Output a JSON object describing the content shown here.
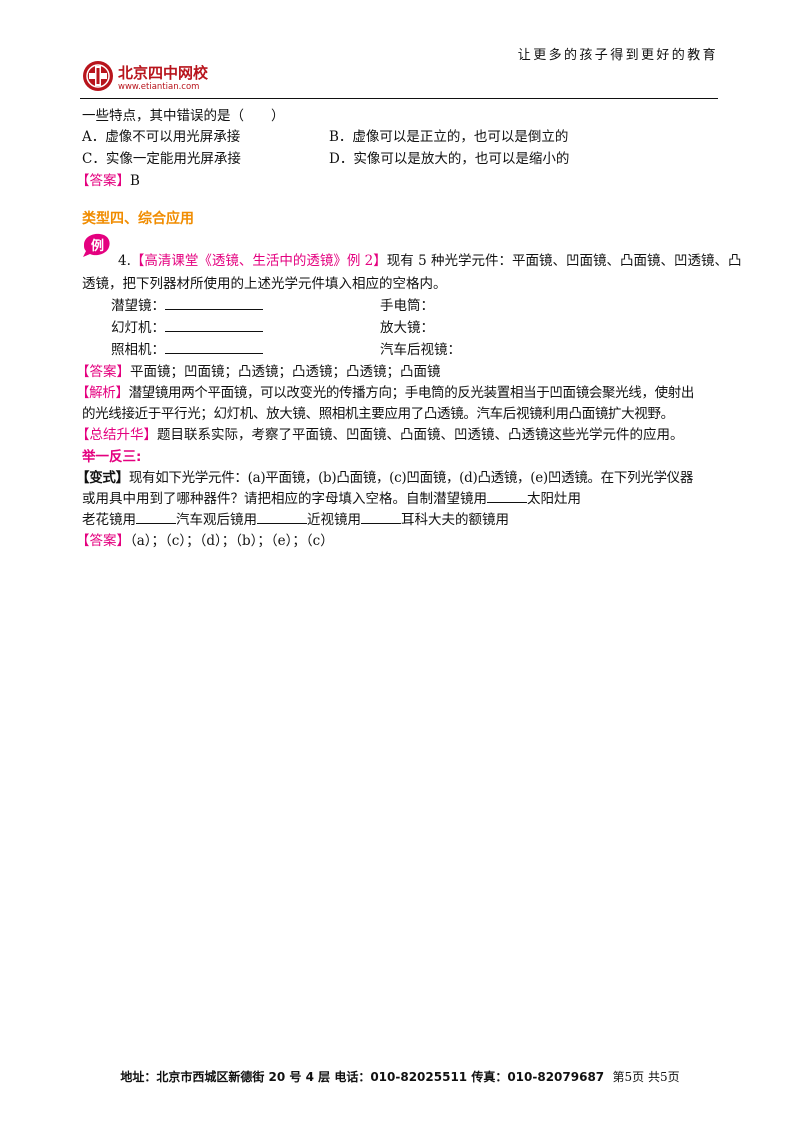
{
  "header": {
    "logo_text": "北京四中网校",
    "logo_url": "www.etiantian.com",
    "slogan": "让更多的孩子得到更好的教育"
  },
  "q_prev": {
    "line": "一些特点，其中错误的是（　　）",
    "opt_a": "A．虚像不可以用光屏承接",
    "opt_b": "B．虚像可以是正立的，也可以是倒立的",
    "opt_c": "C．实像一定能用光屏承接",
    "opt_d": "D．实像可以是放大的，也可以是缩小的",
    "answer_tag": "【答案】",
    "answer": "B"
  },
  "section": {
    "title": "类型四、综合应用",
    "badge": "例"
  },
  "q4": {
    "num": "4.",
    "source": "【高清课堂《透镜、生活中的透镜》例 2】",
    "text1": "现有 5 种光学元件：平面镜、凹面镜、凸面镜、凹透镜、凸",
    "text2": "透镜，把下列器材所使用的上述光学元件填入相应的空格内。",
    "item1": "潜望镜：",
    "item2": "手电筒：",
    "item3": "幻灯机：",
    "item4": "放大镜：",
    "item5": "照相机：",
    "item6": "汽车后视镜：",
    "answer_tag": "【答案】",
    "answer": "平面镜；凹面镜；凸透镜；凸透镜；凸透镜；凸面镜",
    "analysis_tag": "【解析】",
    "analysis1": "潜望镜用两个平面镜，可以改变光的传播方向；手电筒的反光装置相当于凹面镜会聚光线，使射出",
    "analysis2": "的光线接近于平行光；幻灯机、放大镜、照相机主要应用了凸透镜。汽车后视镜利用凸面镜扩大视野。",
    "summary_tag": "【总结升华】",
    "summary": "题目联系实际，考察了平面镜、凹面镜、凸面镜、凹透镜、凸透镜这些光学元件的应用。"
  },
  "variant": {
    "heading": "举一反三:",
    "tag": "【变式】",
    "text1": "现有如下光学元件：(a)平面镜，(b)凸面镜，(c)凹面镜，(d)凸透镜，(e)凹透镜。在下列光学仪器",
    "text2a": "或用具中用到了哪种器件？请把相应的字母填入空格。自制潜望镜用",
    "text2b": "太阳灶用",
    "text3a": "老花镜用",
    "text3b": "汽车观后镜用",
    "text3c": "近视镜用",
    "text3d": "耳科大夫的额镜用",
    "answer_tag": "【答案】",
    "answer": "（a）；（c）；（d）；（b）；（e）；（c）"
  },
  "footer": {
    "text": "地址：北京市西城区新德街 20 号 4 层  电话：010-82025511  传真：010-82079687",
    "page": "第5页  共5页"
  }
}
